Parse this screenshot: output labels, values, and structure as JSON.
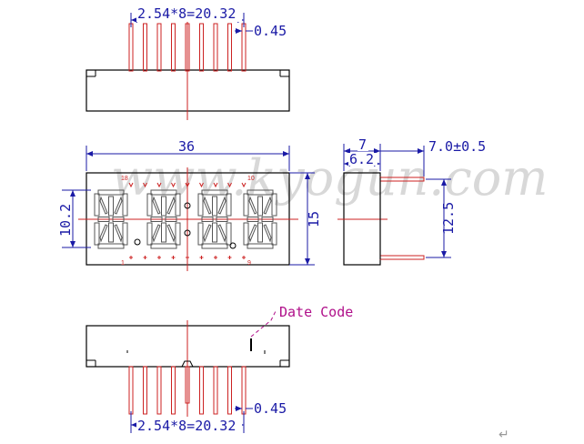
{
  "watermark": "www.kyogun.com",
  "top_view": {
    "pitch_label": "2.54*8=20.32",
    "pin_width_label": "0.45"
  },
  "front_view": {
    "width_label": "36",
    "digit_height_label": "10.2",
    "height_label": "15",
    "pin_labels": {
      "top_left": "18",
      "top_right": "10",
      "bottom_left": "1",
      "bottom_right": "9"
    }
  },
  "side_view": {
    "depth_label": "7",
    "inner_depth_label": "6.2",
    "pin_length_label": "7.0±0.5",
    "pin_spacing_label": "12.5"
  },
  "bottom_view": {
    "date_code_label": "Date Code",
    "pitch_label": "2.54*8=20.32",
    "pin_width_label": "0.45"
  },
  "footer": {
    "return_glyph": "↵"
  },
  "colors": {
    "outline": "#000000",
    "dimension": "#1a1aa6",
    "pin": "#cc2222",
    "note": "#b0108a",
    "segment": "#555555"
  }
}
